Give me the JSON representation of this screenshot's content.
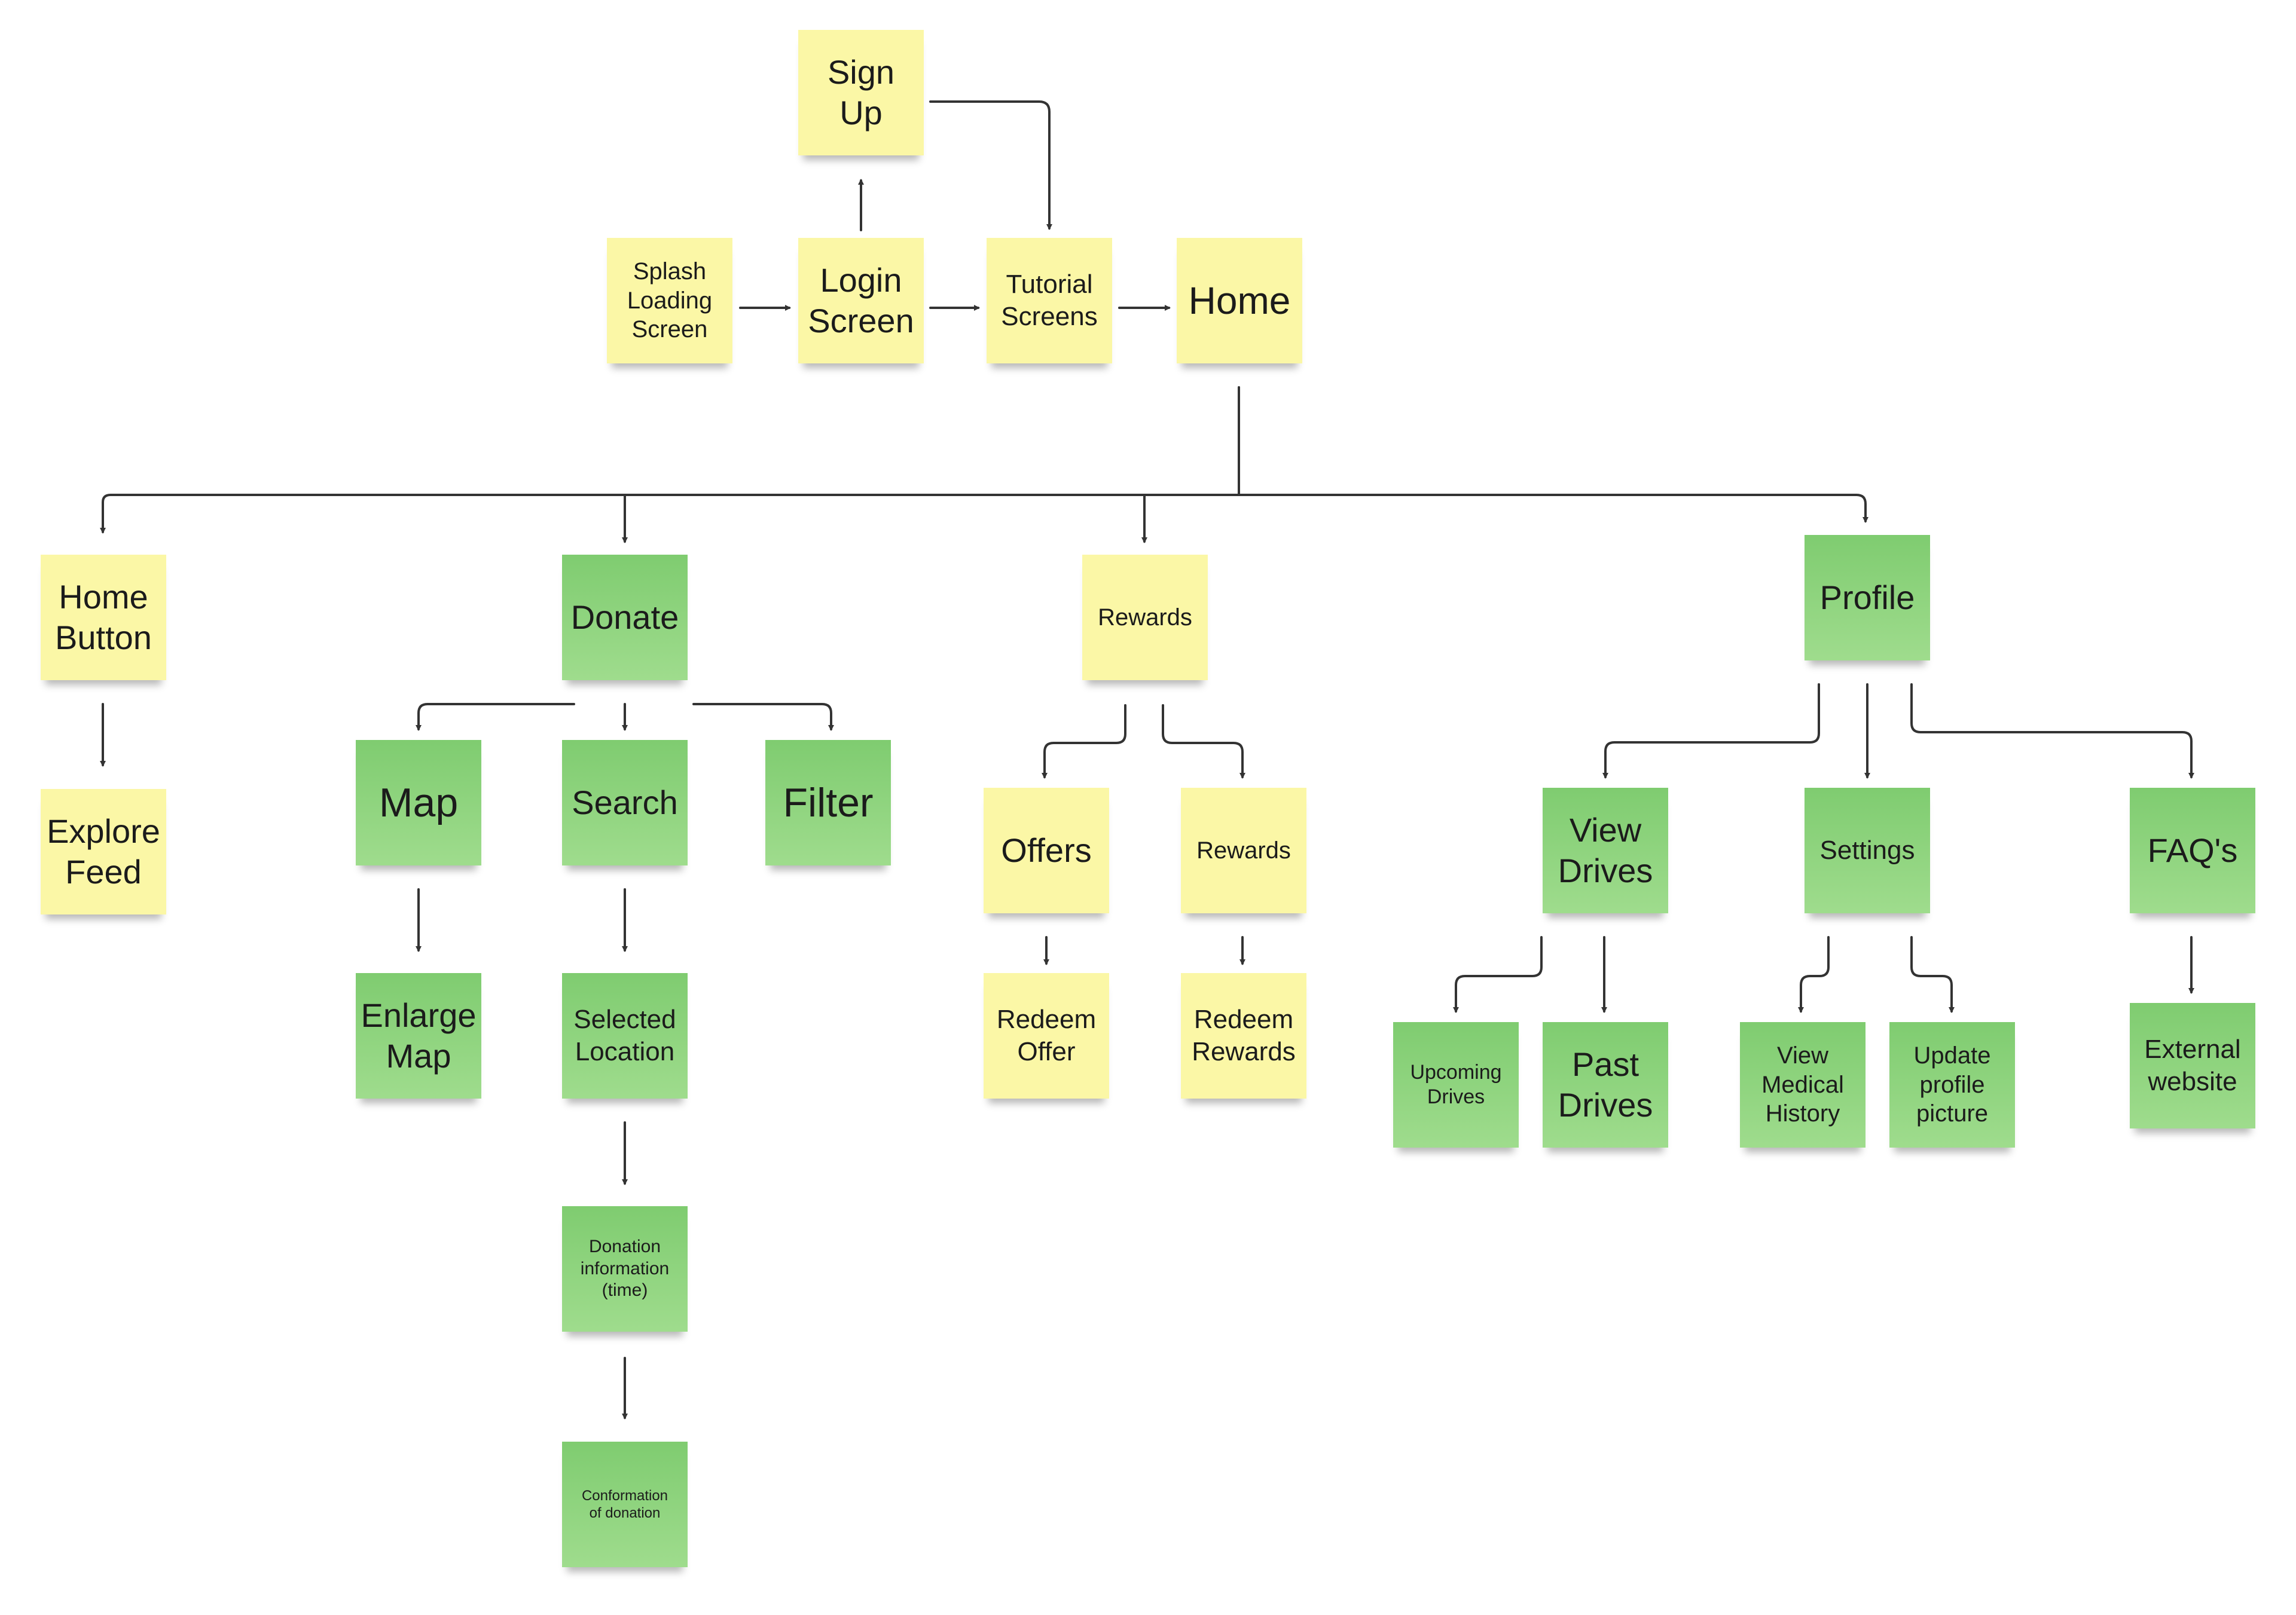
{
  "colors": {
    "yellow_note": "#fbf7a6",
    "green_note": "#86d177",
    "connector": "#333333"
  },
  "notes": {
    "sign_up": "Sign\nUp",
    "splash": "Splash\nLoading\nScreen",
    "login": "Login\nScreen",
    "tutorial": "Tutorial\nScreens",
    "home": "Home",
    "home_button": "Home\nButton",
    "explore_feed": "Explore\nFeed",
    "donate": "Donate",
    "map": "Map",
    "search": "Search",
    "filter": "Filter",
    "enlarge_map": "Enlarge\nMap",
    "selected_location": "Selected\nLocation",
    "donation_info": "Donation\ninformation\n(time)",
    "conformation": "Conformation\nof donation",
    "rewards": "Rewards",
    "offers": "Offers",
    "rewards_sub": "Rewards",
    "redeem_offer": "Redeem\nOffer",
    "redeem_rewards": "Redeem\nRewards",
    "profile": "Profile",
    "view_drives": "View\nDrives",
    "settings": "Settings",
    "faqs": "FAQ's",
    "upcoming_drives": "Upcoming\nDrives",
    "past_drives": "Past\nDrives",
    "view_medical_history": "View\nMedical\nHistory",
    "update_profile_picture": "Update\nprofile\npicture",
    "external_website": "External\nwebsite"
  }
}
